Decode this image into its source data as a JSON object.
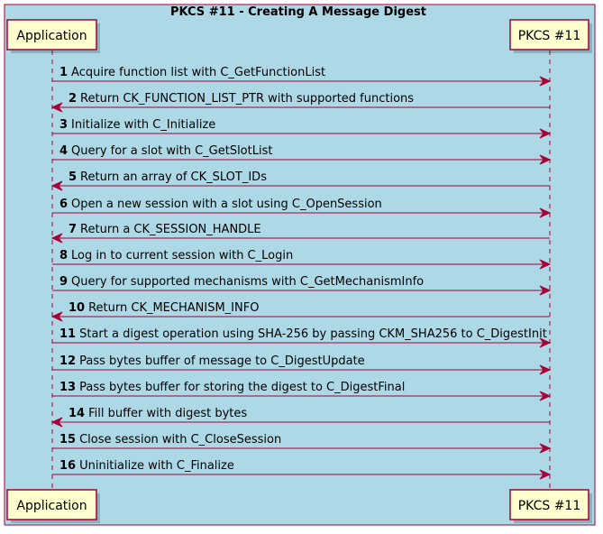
{
  "title": "PKCS #11 - Creating A Message Digest",
  "participants": [
    {
      "id": "app",
      "label": "Application"
    },
    {
      "id": "pkcs",
      "label": "PKCS #11"
    }
  ],
  "colors": {
    "background": "#ADD8E6",
    "border": "#A80036",
    "participant_fill": "#FEFECE"
  },
  "messages": [
    {
      "num": "1",
      "text": "Acquire function list with C_GetFunctionList",
      "from": "app",
      "to": "pkcs"
    },
    {
      "num": "2",
      "text": "Return CK_FUNCTION_LIST_PTR with supported functions",
      "from": "pkcs",
      "to": "app"
    },
    {
      "num": "3",
      "text": "Initialize with C_Initialize",
      "from": "app",
      "to": "pkcs"
    },
    {
      "num": "4",
      "text": "Query for a slot with C_GetSlotList",
      "from": "app",
      "to": "pkcs"
    },
    {
      "num": "5",
      "text": "Return an array of CK_SLOT_IDs",
      "from": "pkcs",
      "to": "app"
    },
    {
      "num": "6",
      "text": "Open a new session with a slot using C_OpenSession",
      "from": "app",
      "to": "pkcs"
    },
    {
      "num": "7",
      "text": "Return a CK_SESSION_HANDLE",
      "from": "pkcs",
      "to": "app"
    },
    {
      "num": "8",
      "text": "Log in to current session with C_Login",
      "from": "app",
      "to": "pkcs"
    },
    {
      "num": "9",
      "text": "Query for supported mechanisms with C_GetMechanismInfo",
      "from": "app",
      "to": "pkcs"
    },
    {
      "num": "10",
      "text": "Return CK_MECHANISM_INFO",
      "from": "pkcs",
      "to": "app"
    },
    {
      "num": "11",
      "text": "Start a digest operation using SHA-256 by passing CKM_SHA256 to C_DigestInit",
      "from": "app",
      "to": "pkcs"
    },
    {
      "num": "12",
      "text": "Pass bytes buffer of message to C_DigestUpdate",
      "from": "app",
      "to": "pkcs"
    },
    {
      "num": "13",
      "text": "Pass bytes buffer for storing the digest to C_DigestFinal",
      "from": "app",
      "to": "pkcs"
    },
    {
      "num": "14",
      "text": "Fill buffer with digest bytes",
      "from": "pkcs",
      "to": "app"
    },
    {
      "num": "15",
      "text": "Close session with C_CloseSession",
      "from": "app",
      "to": "pkcs"
    },
    {
      "num": "16",
      "text": "Uninitialize with C_Finalize",
      "from": "app",
      "to": "pkcs"
    }
  ]
}
